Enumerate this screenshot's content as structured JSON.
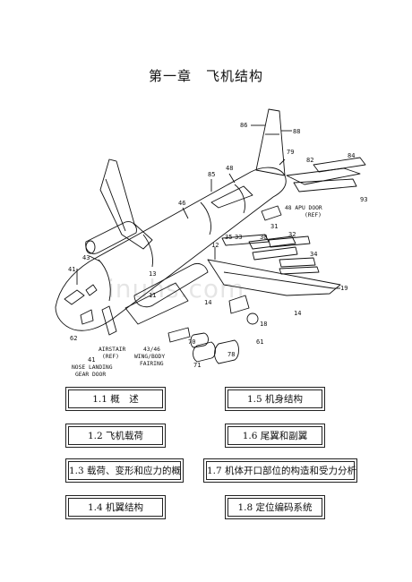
{
  "page": {
    "title": "第一章　飞机结构"
  },
  "diagram": {
    "part_numbers": [
      "86",
      "88",
      "79",
      "82",
      "84",
      "93",
      "85",
      "48",
      "46",
      "31",
      "30",
      "32",
      "33",
      "35",
      "12",
      "34",
      "41",
      "43",
      "13",
      "11",
      "14",
      "19",
      "18",
      "62",
      "70",
      "61",
      "71",
      "78",
      "41"
    ],
    "apu_door_label": "48 APU DOOR",
    "apu_door_ref": "(REF)",
    "airstair_label": "AIRSTAIR",
    "airstair_ref": "(REF)",
    "nose_gear_label_1": "NOSE LANDING",
    "nose_gear_label_2": "GEAR DOOR",
    "wing_fairing_label_1": "43/46",
    "wing_fairing_label_2": "WING/BODY",
    "wing_fairing_label_3": "FAIRING",
    "watermark": "inuhs.com"
  },
  "toc": [
    {
      "label": "1.1 概　述"
    },
    {
      "label": "1.5 机身结构"
    },
    {
      "label": "1.2 飞机载荷"
    },
    {
      "label": "1.6 尾翼和副翼"
    },
    {
      "label": "1.3 载荷、变形和应力的概"
    },
    {
      "label": "1.7 机体开口部位的构造和受力分析"
    },
    {
      "label": "1.4 机翼结构"
    },
    {
      "label": "1.8 定位编码系统"
    }
  ]
}
